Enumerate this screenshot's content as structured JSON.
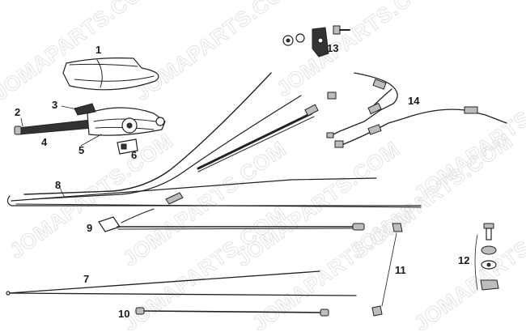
{
  "watermark": "JOMAPARTS.COM",
  "callouts": [
    {
      "id": "c1",
      "text": "1"
    },
    {
      "id": "c2",
      "text": "2"
    },
    {
      "id": "c3",
      "text": "3"
    },
    {
      "id": "c4",
      "text": "4"
    },
    {
      "id": "c5",
      "text": "5"
    },
    {
      "id": "c6",
      "text": "6"
    },
    {
      "id": "c7",
      "text": "7"
    },
    {
      "id": "c8",
      "text": "8"
    },
    {
      "id": "c9",
      "text": "9"
    },
    {
      "id": "c10",
      "text": "10"
    },
    {
      "id": "c11",
      "text": "11"
    },
    {
      "id": "c12",
      "text": "12"
    },
    {
      "id": "c13",
      "text": "13"
    },
    {
      "id": "c14",
      "text": "14"
    }
  ]
}
